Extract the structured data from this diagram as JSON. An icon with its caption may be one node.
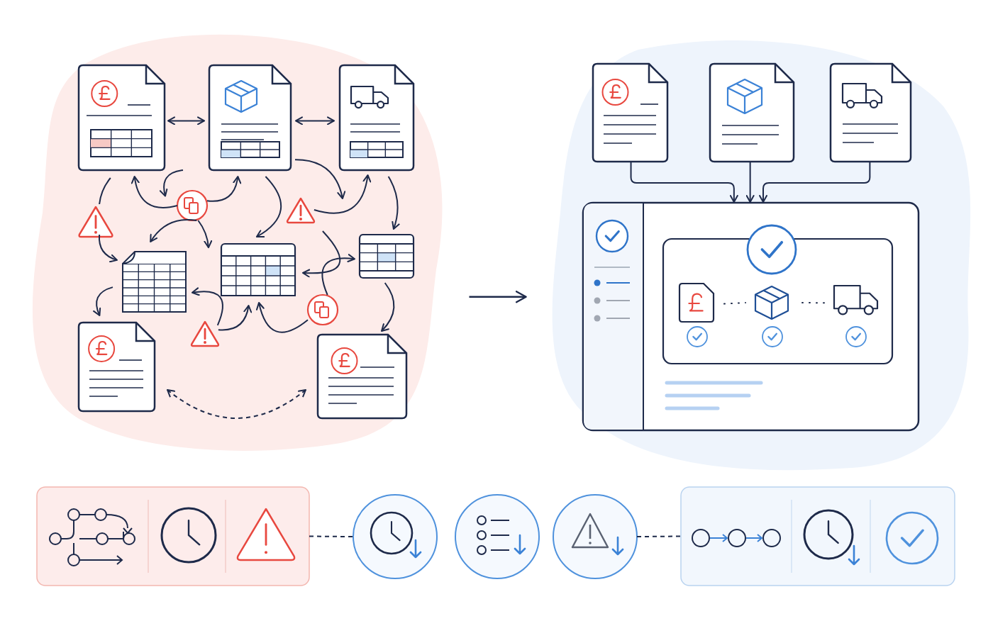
{
  "diagram": {
    "nodes": [
      {
        "text": [],
        "shape": "blob"
      },
      {
        "text": [],
        "shape": "document",
        "in": 0
      },
      {
        "text": [],
        "shape": "document",
        "in": 0
      },
      {
        "text": [],
        "shape": "document",
        "in": 0
      },
      {
        "text": [],
        "shape": "circle",
        "in": 0
      },
      {
        "text": [],
        "shape": "triangle",
        "in": 0
      },
      {
        "text": [],
        "shape": "triangle",
        "in": 0
      },
      {
        "text": [],
        "shape": "table",
        "in": 0
      },
      {
        "text": [],
        "shape": "table",
        "in": 0
      },
      {
        "text": [],
        "shape": "table",
        "in": 0
      },
      {
        "text": [],
        "shape": "document",
        "in": 0
      },
      {
        "text": [],
        "shape": "triangle",
        "in": 0
      },
      {
        "text": [],
        "shape": "circle",
        "in": 0
      },
      {
        "text": [],
        "shape": "document",
        "in": 0
      },
      {
        "text": [],
        "shape": "blob"
      },
      {
        "text": [],
        "shape": "document",
        "in": 14
      },
      {
        "text": [],
        "shape": "document",
        "in": 14
      },
      {
        "text": [],
        "shape": "document",
        "in": 14
      },
      {
        "text": [],
        "shape": "window",
        "in": 14
      },
      {
        "text": [],
        "shape": "box",
        "in": 18
      },
      {
        "text": [],
        "shape": "document",
        "in": 19
      },
      {
        "text": [],
        "shape": "cube",
        "in": 19
      },
      {
        "text": [],
        "shape": "truck",
        "in": 19
      },
      {
        "text": [],
        "shape": "box"
      },
      {
        "text": [],
        "shape": "circle"
      },
      {
        "text": [],
        "shape": "circle"
      },
      {
        "text": [],
        "shape": "circle"
      },
      {
        "text": [],
        "shape": "box"
      }
    ],
    "edges": [
      {
        "from": 1,
        "to": 2,
        "arrow": "both"
      },
      {
        "from": 2,
        "to": 3,
        "arrow": "both"
      },
      {
        "from": 4,
        "to": 1,
        "arrow": "to"
      },
      {
        "from": null,
        "to": 4,
        "arrow": "to"
      },
      {
        "from": 4,
        "to": 2,
        "arrow": "to"
      },
      {
        "from": 1,
        "to": 5,
        "arrow": "none"
      },
      {
        "from": 5,
        "to": 7,
        "arrow": "to"
      },
      {
        "from": 4,
        "to": 7,
        "arrow": "to"
      },
      {
        "from": 4,
        "to": 8,
        "arrow": "to"
      },
      {
        "from": 2,
        "to": 8,
        "arrow": "to"
      },
      {
        "from": 2,
        "to": null,
        "arrow": "to"
      },
      {
        "from": 6,
        "to": 3,
        "arrow": "to"
      },
      {
        "from": 3,
        "to": 9,
        "arrow": "to"
      },
      {
        "from": 6,
        "to": 8,
        "arrow": "to"
      },
      {
        "from": 12,
        "to": 9,
        "arrow": "to"
      },
      {
        "from": 12,
        "to": 8,
        "arrow": "to"
      },
      {
        "from": 11,
        "to": 8,
        "arrow": "to"
      },
      {
        "from": 11,
        "to": 7,
        "arrow": "to"
      },
      {
        "from": 7,
        "to": 10,
        "arrow": "to"
      },
      {
        "from": 9,
        "to": 13,
        "arrow": "to"
      },
      {
        "from": 10,
        "to": 13,
        "arrow": "both",
        "style": "dashed"
      },
      {
        "from": 0,
        "to": 14,
        "arrow": "to"
      },
      {
        "from": 15,
        "to": 18,
        "arrow": "to"
      },
      {
        "from": 16,
        "to": 18,
        "arrow": "to"
      },
      {
        "from": 17,
        "to": 18,
        "arrow": "to"
      },
      {
        "from": 20,
        "to": 21,
        "arrow": "none",
        "style": "dashed"
      },
      {
        "from": 21,
        "to": 22,
        "arrow": "none",
        "style": "dashed"
      },
      {
        "from": 23,
        "to": 24,
        "arrow": "none",
        "style": "dashed"
      },
      {
        "from": 26,
        "to": 27,
        "arrow": "none",
        "style": "dashed"
      }
    ]
  }
}
